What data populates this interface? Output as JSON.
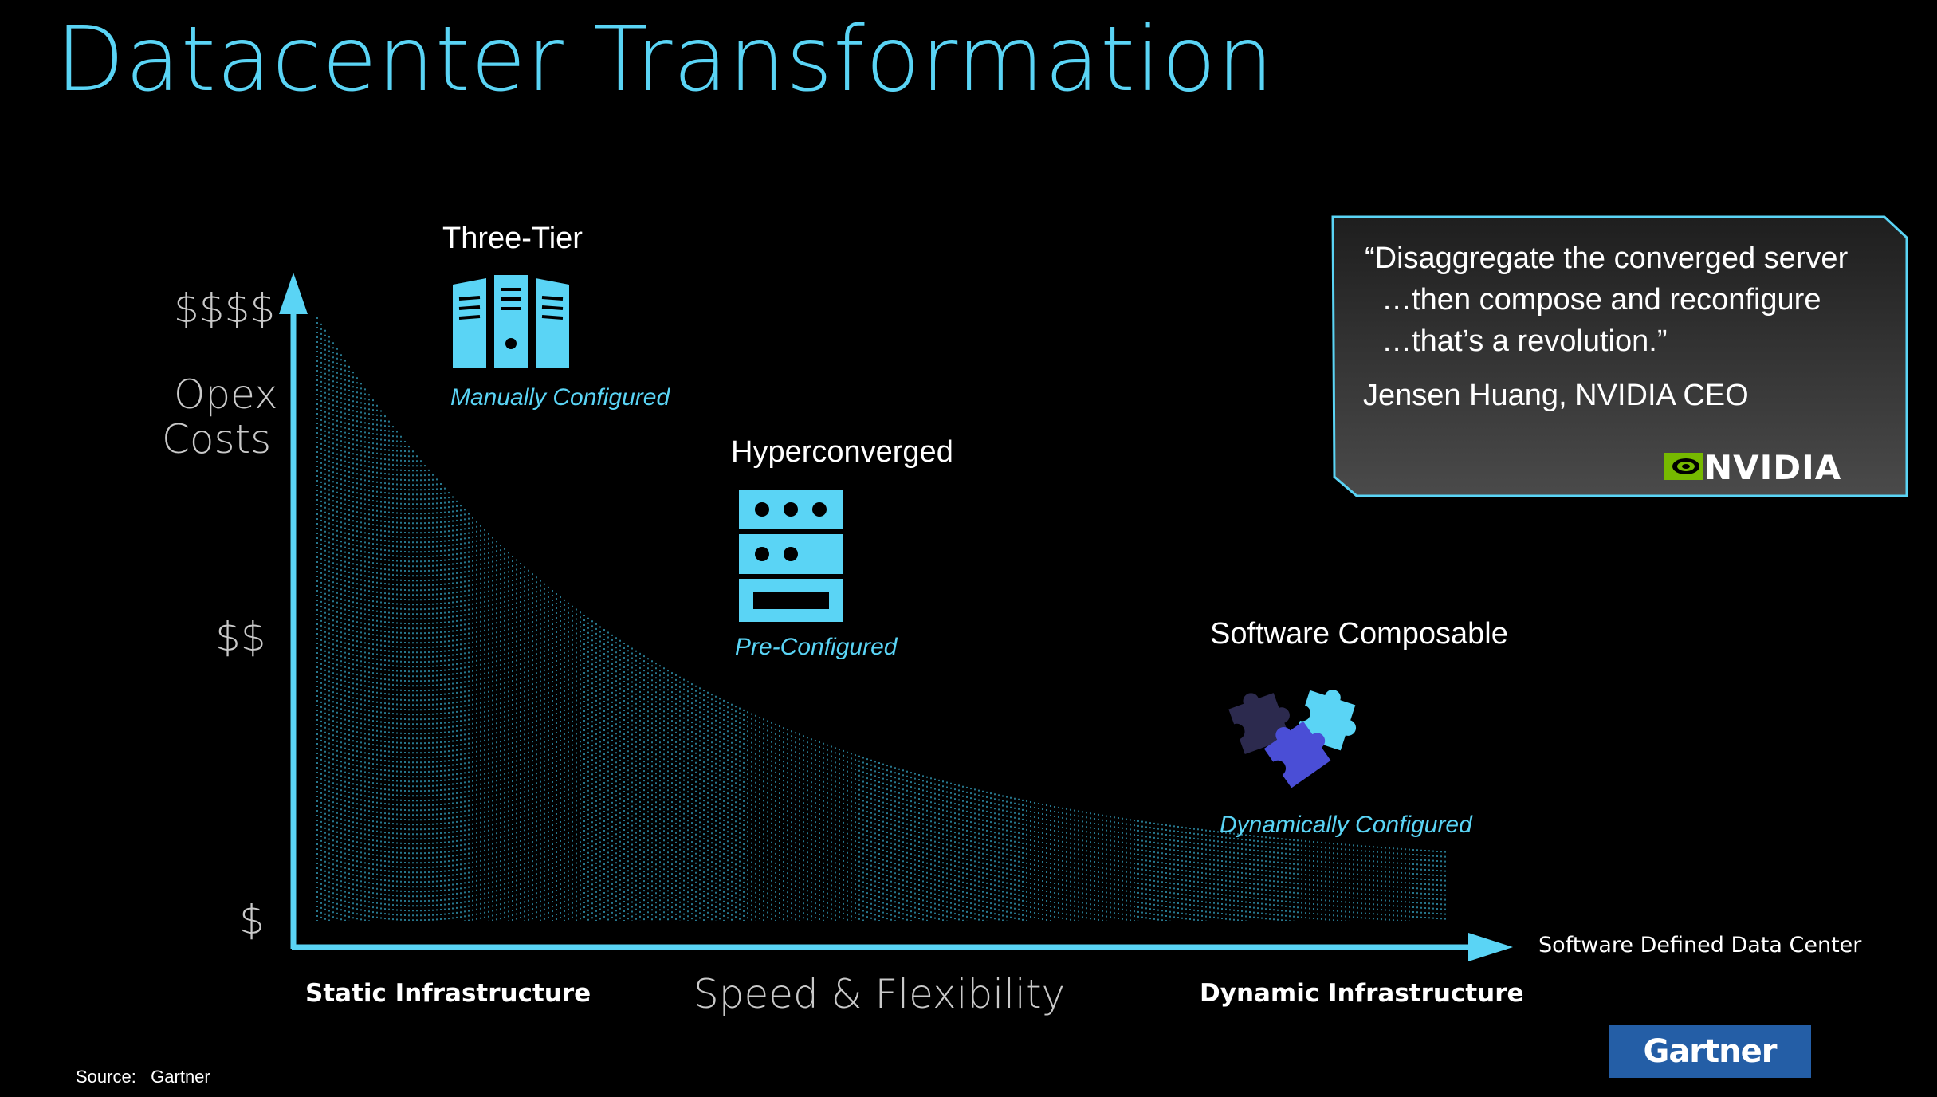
{
  "title": "Datacenter Transformation",
  "y_axis": {
    "top_label": "$$$$",
    "middle_label": "$$",
    "bottom_label": "$",
    "name_line1": "Opex",
    "name_line2": "Costs"
  },
  "x_axis": {
    "name": "Speed & Flexibility",
    "left_end": "Static Infrastructure",
    "right_end": "Dynamic Infrastructure",
    "arrow_label": "Software Defined Data Center"
  },
  "stages": [
    {
      "title": "Three-Tier",
      "caption": "Manually Configured",
      "icon": "server-rack-icon"
    },
    {
      "title": "Hyperconverged",
      "caption": "Pre-Configured",
      "icon": "hyperconverged-node-icon"
    },
    {
      "title": "Software Composable",
      "caption": "Dynamically Configured",
      "icon": "puzzle-pieces-icon"
    }
  ],
  "quote": {
    "text": "“Disaggregate the converged server\n  …then compose and reconfigure\n  …that’s a revolution.”",
    "author": "Jensen Huang, NVIDIA CEO",
    "logo_text": "NVIDIA",
    "logo_icon": "nvidia-eye-icon"
  },
  "source": {
    "text": "Source:   Gartner",
    "badge": "Gartner"
  },
  "colors": {
    "accent": "#5ad4f5",
    "title": "#5ad4f5",
    "curve_fill": "#3aaecf",
    "nvidia_green": "#76b900",
    "gartner_blue": "#245ea6",
    "quote_box_border": "#5ad4f5",
    "puzzle_dark": "#2c2a4e",
    "puzzle_mid": "#4a4ed6",
    "puzzle_light": "#5ad4f5"
  }
}
